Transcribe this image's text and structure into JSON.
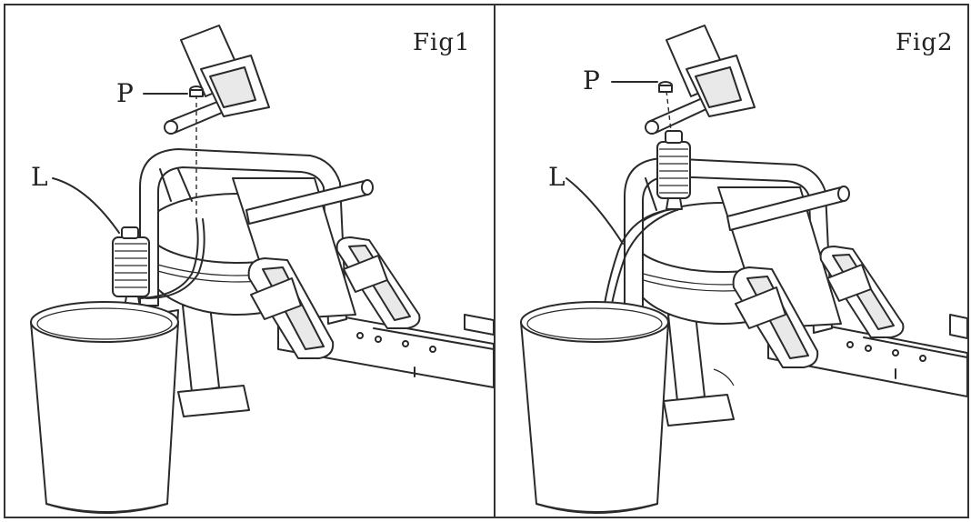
{
  "figures": [
    {
      "title": "Fig1",
      "callouts": {
        "p": "P",
        "l": "L"
      }
    },
    {
      "title": "Fig2",
      "callouts": {
        "p": "P",
        "l": "L"
      }
    }
  ],
  "icons": [
    "rowing-machine-icon",
    "bucket-icon",
    "pump-icon",
    "monitor-icon"
  ]
}
